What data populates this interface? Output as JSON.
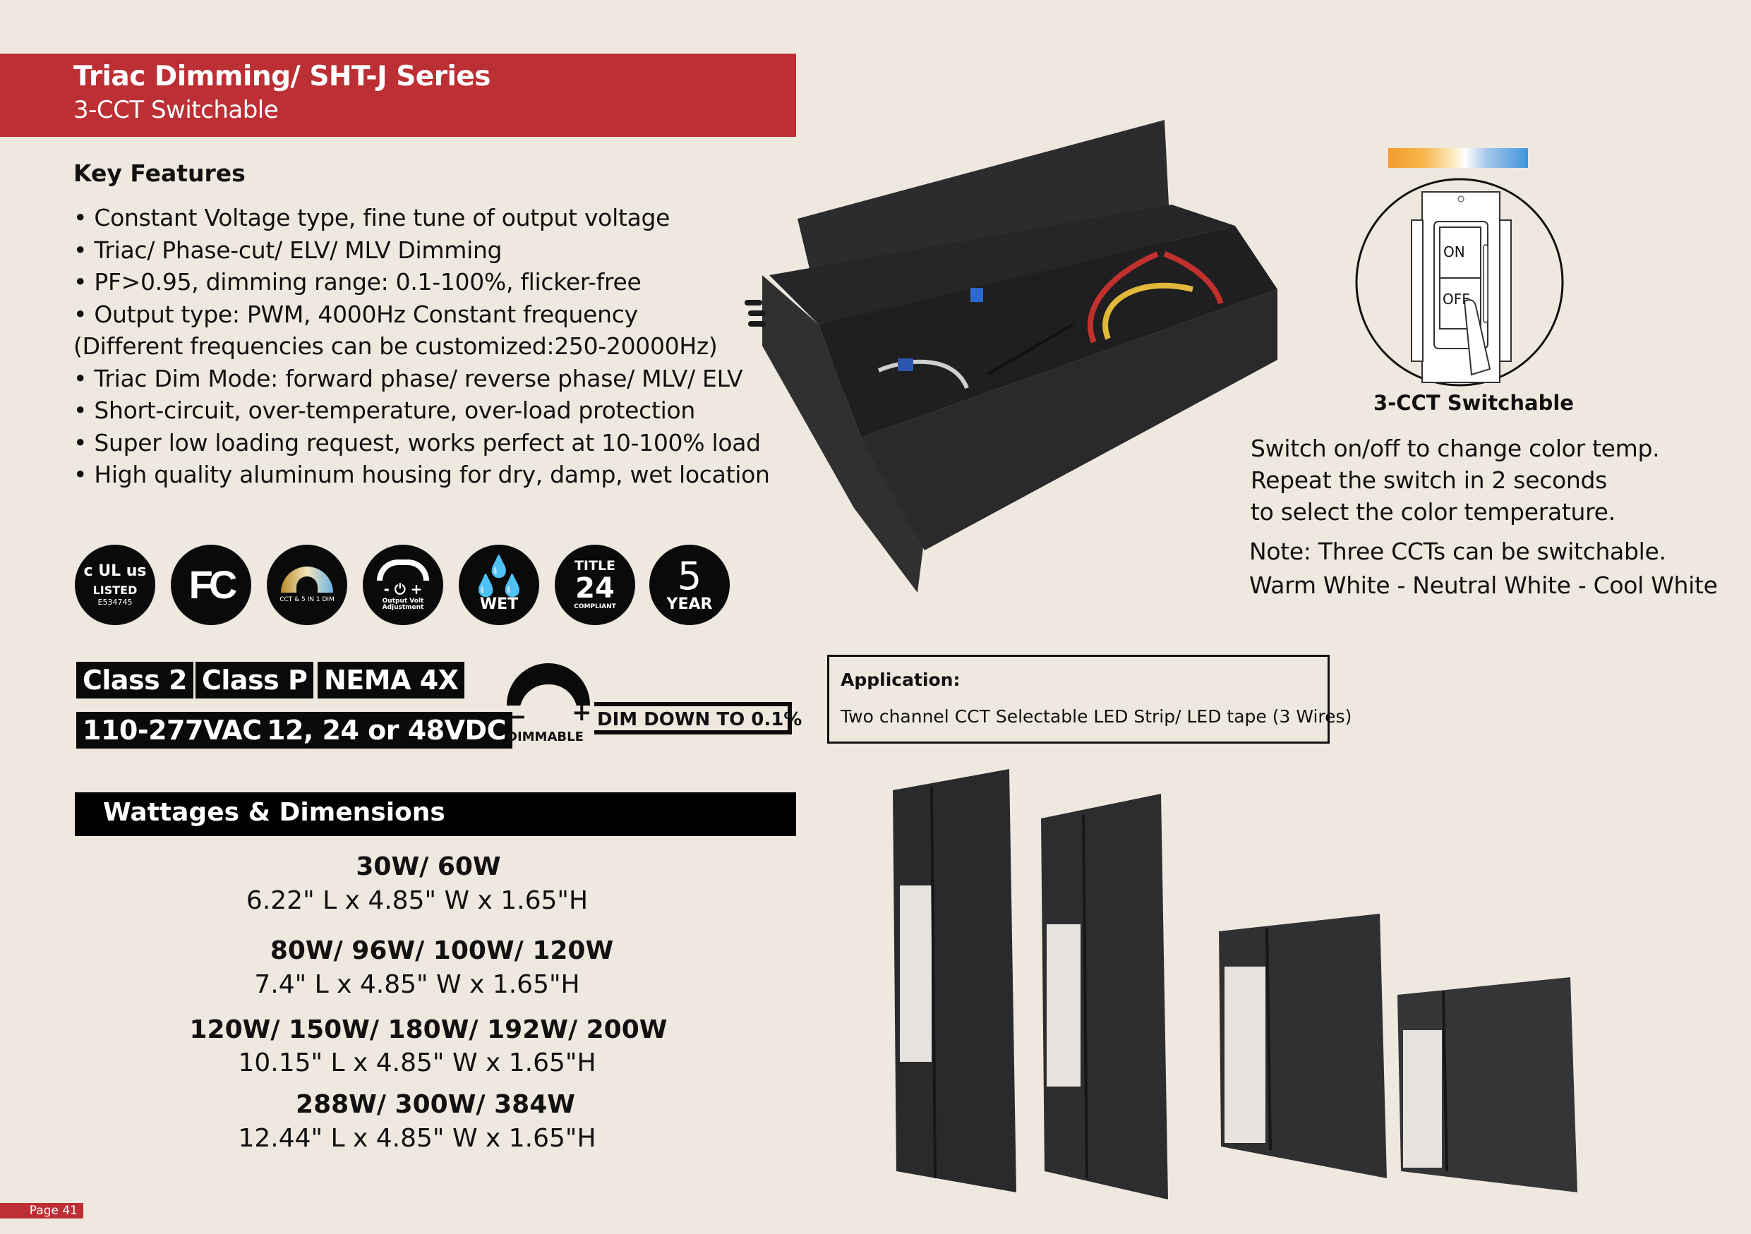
{
  "header": {
    "title": "Triac Dimming/ SHT-J Series",
    "subtitle": "3-CCT Switchable",
    "brand_color": "#bc2f34"
  },
  "key_features": {
    "title": "Key Features",
    "items": [
      "• Constant Voltage type, fine tune of output voltage",
      "• Triac/ Phase-cut/ ELV/ MLV Dimming",
      "• PF>0.95, dimming range: 0.1-100%, flicker-free",
      "• Output type: PWM, 4000Hz Constant frequency",
      " (Different frequencies can be customized:250-20000Hz)",
      "• Triac Dim Mode: forward phase/ reverse phase/ MLV/ ELV",
      "• Short-circuit, over-temperature, over-load protection",
      "• Super low loading request, works perfect at 10-100% load",
      "• High quality aluminum housing for dry, damp, wet location"
    ]
  },
  "certifications": [
    {
      "icon": "ul-listed-icon",
      "top": "c  UL  us",
      "main": "LISTED",
      "sub": "E534745"
    },
    {
      "icon": "fcc-icon",
      "main": "FC"
    },
    {
      "icon": "cct-dim-icon",
      "sub": "CCT & 5 IN 1 DIM"
    },
    {
      "icon": "output-volt-adjustment-icon",
      "main": "- ⏻ +",
      "sub": "Output Volt Adjustment"
    },
    {
      "icon": "wet-location-icon",
      "main": "WET"
    },
    {
      "icon": "title-24-icon",
      "top": "TITLE",
      "main": "24",
      "sub": "COMPLIANT"
    },
    {
      "icon": "five-year-warranty-icon",
      "main": "5",
      "sub": "YEAR"
    }
  ],
  "tags": {
    "row1": [
      "Class 2",
      "Class P",
      "NEMA 4X"
    ],
    "row2": [
      "110-277VAC",
      "12, 24 or 48VDC"
    ]
  },
  "dimmable": {
    "label": "DIMMABLE",
    "minus": "−",
    "plus": "+",
    "dim_down": "DIM DOWN TO 0.1%"
  },
  "application": {
    "heading": "Application:",
    "body": "Two channel CCT Selectable LED Strip/ LED tape (3 Wires)"
  },
  "wattages": {
    "title": "Wattages & Dimensions",
    "groups": [
      {
        "watts": "30W/ 60W",
        "dims": "6.22\" L x 4.85\" W x 1.65\"H"
      },
      {
        "watts": "80W/ 96W/ 100W/ 120W",
        "dims": "7.4\" L x 4.85\" W x 1.65\"H"
      },
      {
        "watts": "120W/ 150W/ 180W/ 192W/ 200W",
        "dims": "10.15\" L x 4.85\" W x 1.65\"H"
      },
      {
        "watts": "288W/ 300W/  384W",
        "dims": "12.44\" L x 4.85\" W x 1.65\"H"
      }
    ]
  },
  "cct": {
    "switch_on": "ON",
    "switch_off": "OFF",
    "label": "3-CCT Switchable",
    "lines": [
      "Switch on/off to change color temp.",
      "Repeat the switch in 2 seconds",
      "to select the color temperature.",
      "Note: Three CCTs can be switchable.",
      "Warm White - Neutral White - Cool White"
    ]
  },
  "footer": {
    "page": "Page 41"
  }
}
